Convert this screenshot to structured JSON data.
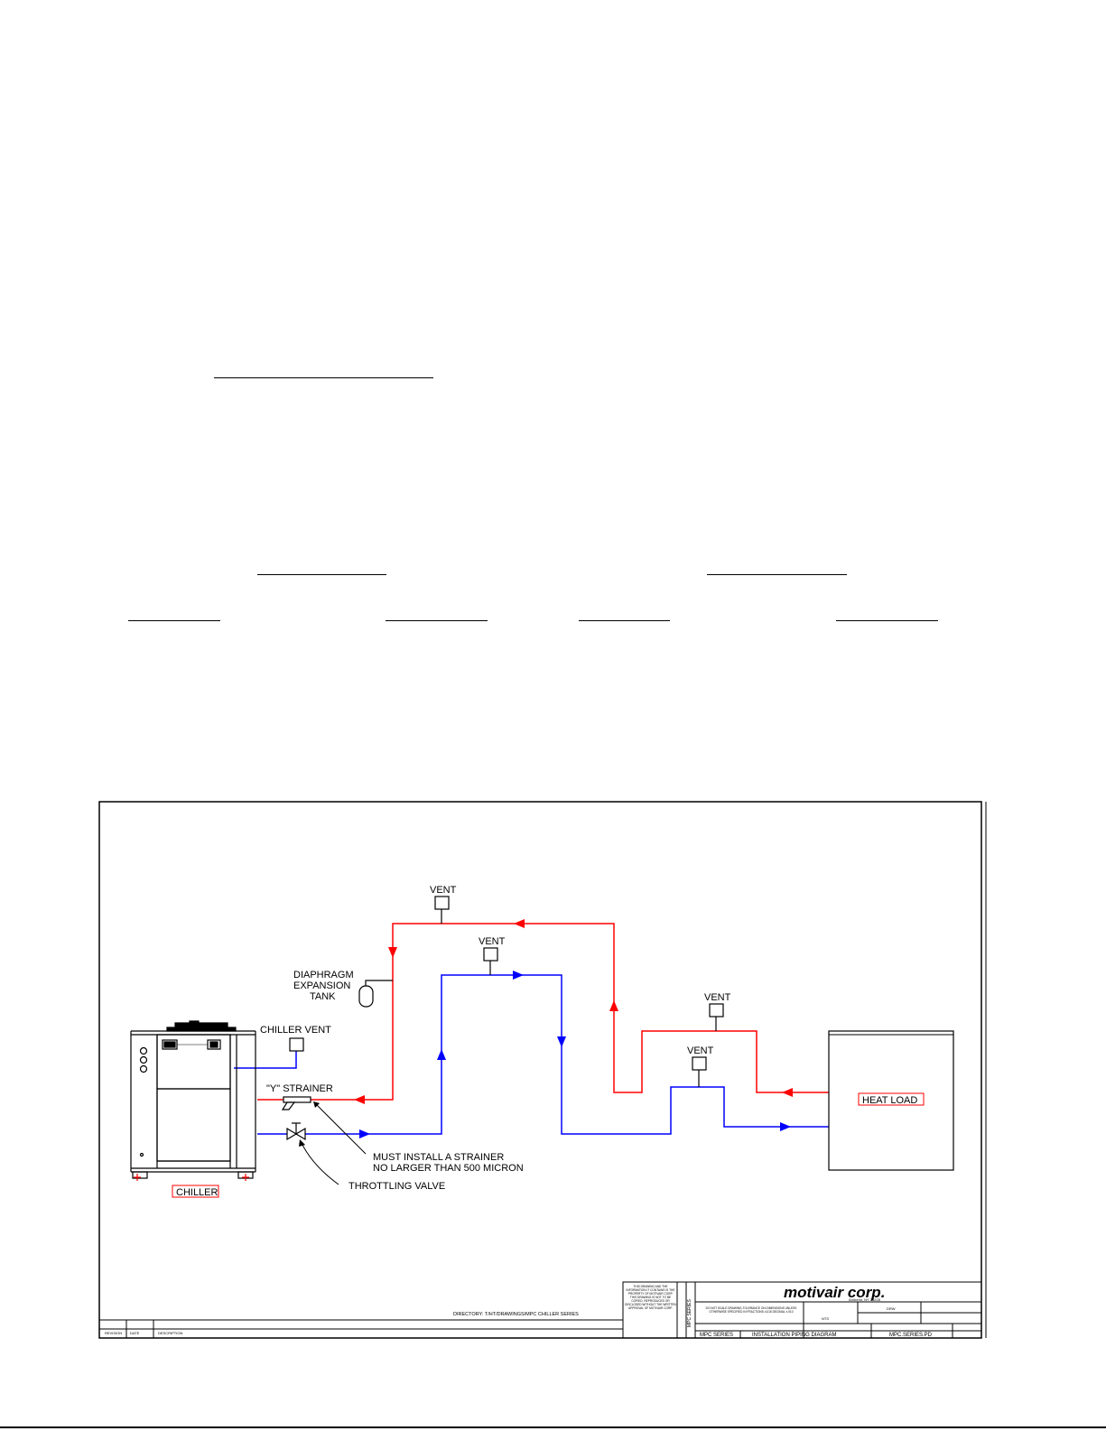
{
  "colors": {
    "supply": "#ff0000",
    "return": "#0000ff",
    "line": "#000000"
  },
  "labels": {
    "vent_top": "VENT",
    "vent_mid": "VENT",
    "vent_right_upper": "VENT",
    "vent_right_lower": "VENT",
    "diaphragm_line1": "DIAPHRAGM",
    "diaphragm_line2": "EXPANSION",
    "diaphragm_line3": "TANK",
    "chiller_vent": "CHILLER VENT",
    "y_strainer": "\"Y\" STRAINER",
    "strainer_note_line1": "MUST INSTALL A STRAINER",
    "strainer_note_line2": "NO LARGER THAN 500 MICRON",
    "throttling_valve": "THROTTLING VALVE",
    "chiller": "CHILLER",
    "heat_load": "HEAT LOAD"
  },
  "title_block": {
    "company": "motivair corp.",
    "company_address": "Amherst, NY 14228",
    "directory": "DIRECTORY: T/HT/DRAWINGS/MPC CHILLER SERIES",
    "side_title": "MPC SERIES",
    "series": "MPC SERIES",
    "drawing_title": "INSTALLATION PIPING DIAGRAM",
    "scale": "NTS",
    "drawn_by": "DRW",
    "drawing_number": "MPC.SERIES.PD",
    "rev_label": "REVISION",
    "date_label": "DATE",
    "desc_label": "DESCRIPTION",
    "notice": "THIS DRAWING AND THE INFORMATION IT CONTAINS IS THE PROPERTY OF MOTIVAIR CORP. THIS DRAWING IS NOT TO BE COPIED, REPRODUCED OR DISCLOSED WITHOUT THE WRITTEN APPROVAL OF MOTIVAIR CORP.",
    "dim_note": "DO NOT SCALE DRAWING-TOLERANCE ON DIMENSIONS UNLESS OTHERWISE SPECIFIED IN FRACTIONS ±1/16 DECIMAL ±.010"
  }
}
